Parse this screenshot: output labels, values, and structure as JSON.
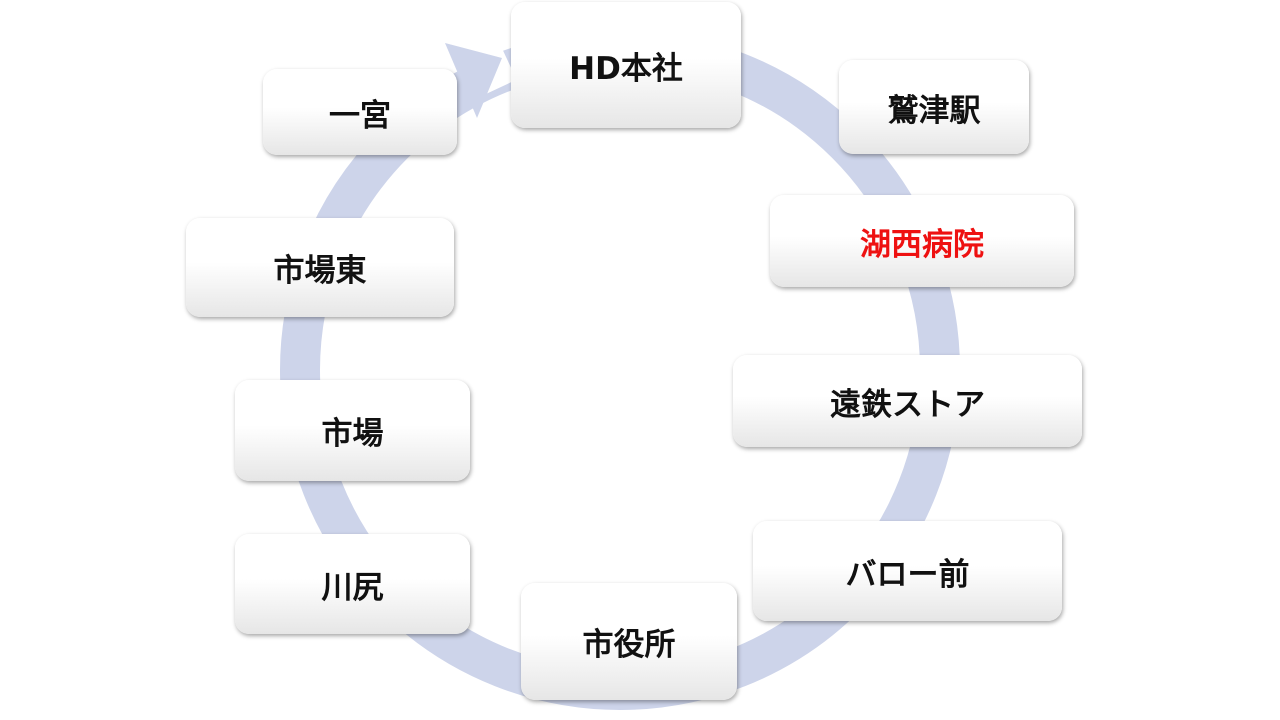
{
  "colors": {
    "ring": "#cdd4ea",
    "highlight": "#ee1111",
    "text": "#111111"
  },
  "nodes": [
    {
      "label": "HD本社"
    },
    {
      "label": "鷲津駅"
    },
    {
      "label": "湖西病院",
      "highlighted": true
    },
    {
      "label": "遠鉄ストア"
    },
    {
      "label": "バロー前"
    },
    {
      "label": "市役所"
    },
    {
      "label": "川尻"
    },
    {
      "label": "市場"
    },
    {
      "label": "市場東"
    },
    {
      "label": "一宮"
    }
  ]
}
